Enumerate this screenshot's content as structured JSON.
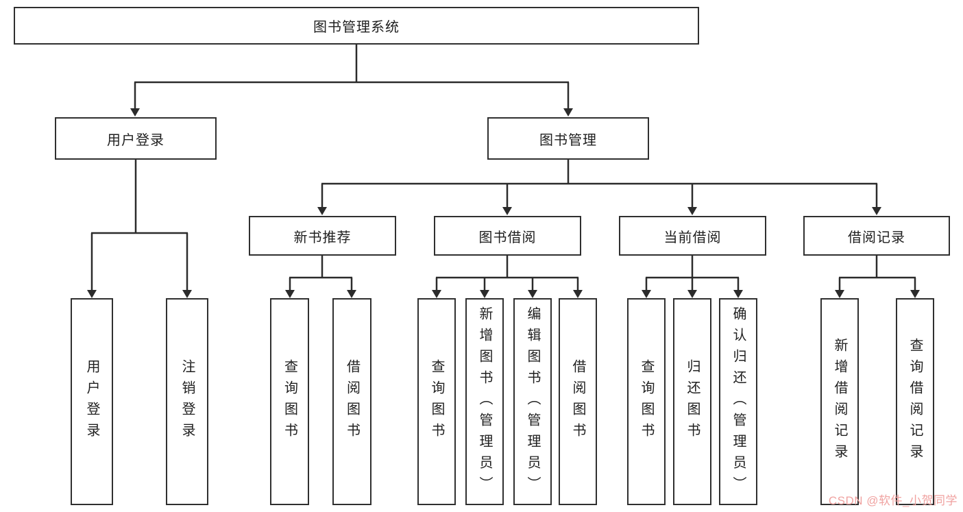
{
  "diagram": {
    "title": "图书管理系统",
    "branches": {
      "user_login": {
        "label": "用户登录",
        "children": [
          "用户登录",
          "注销登录"
        ]
      },
      "book_management": {
        "label": "图书管理",
        "sections": [
          {
            "label": "新书推荐",
            "children": [
              "查询图书",
              "借阅图书"
            ]
          },
          {
            "label": "图书借阅",
            "children": [
              "查询图书",
              "新增图书（管理员）",
              "编辑图书（管理员）",
              "借阅图书"
            ]
          },
          {
            "label": "当前借阅",
            "children": [
              "查询图书",
              "归还图书",
              "确认归还（管理员）"
            ]
          },
          {
            "label": "借阅记录",
            "children": [
              "新增借阅记录",
              "查询借阅记录"
            ]
          }
        ]
      }
    },
    "watermark": "CSDN @软件_小贺同学",
    "colors": {
      "line": "#2b2b2b",
      "box_border": "#2f2f2f",
      "text": "#1f1f1f",
      "watermark": "#f0a2a0",
      "background": "#ffffff"
    }
  }
}
